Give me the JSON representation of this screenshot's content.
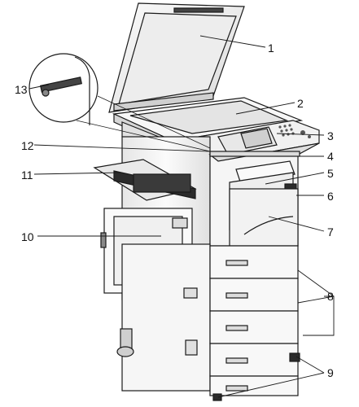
{
  "callouts": [
    {
      "id": "1",
      "label": "1"
    },
    {
      "id": "2",
      "label": "2"
    },
    {
      "id": "3",
      "label": "3"
    },
    {
      "id": "4",
      "label": "4"
    },
    {
      "id": "5",
      "label": "5"
    },
    {
      "id": "6",
      "label": "6"
    },
    {
      "id": "7",
      "label": "7"
    },
    {
      "id": "8",
      "label": "8"
    },
    {
      "id": "9",
      "label": "9"
    },
    {
      "id": "10",
      "label": "10"
    },
    {
      "id": "11",
      "label": "11"
    },
    {
      "id": "12",
      "label": "12"
    },
    {
      "id": "13",
      "label": "13"
    }
  ],
  "colors": {
    "outline": "#1a1a1a",
    "body": "#f4f4f4",
    "shade": "#d8d8d8",
    "dark": "#2b2b2b",
    "glass": "#ececec"
  }
}
